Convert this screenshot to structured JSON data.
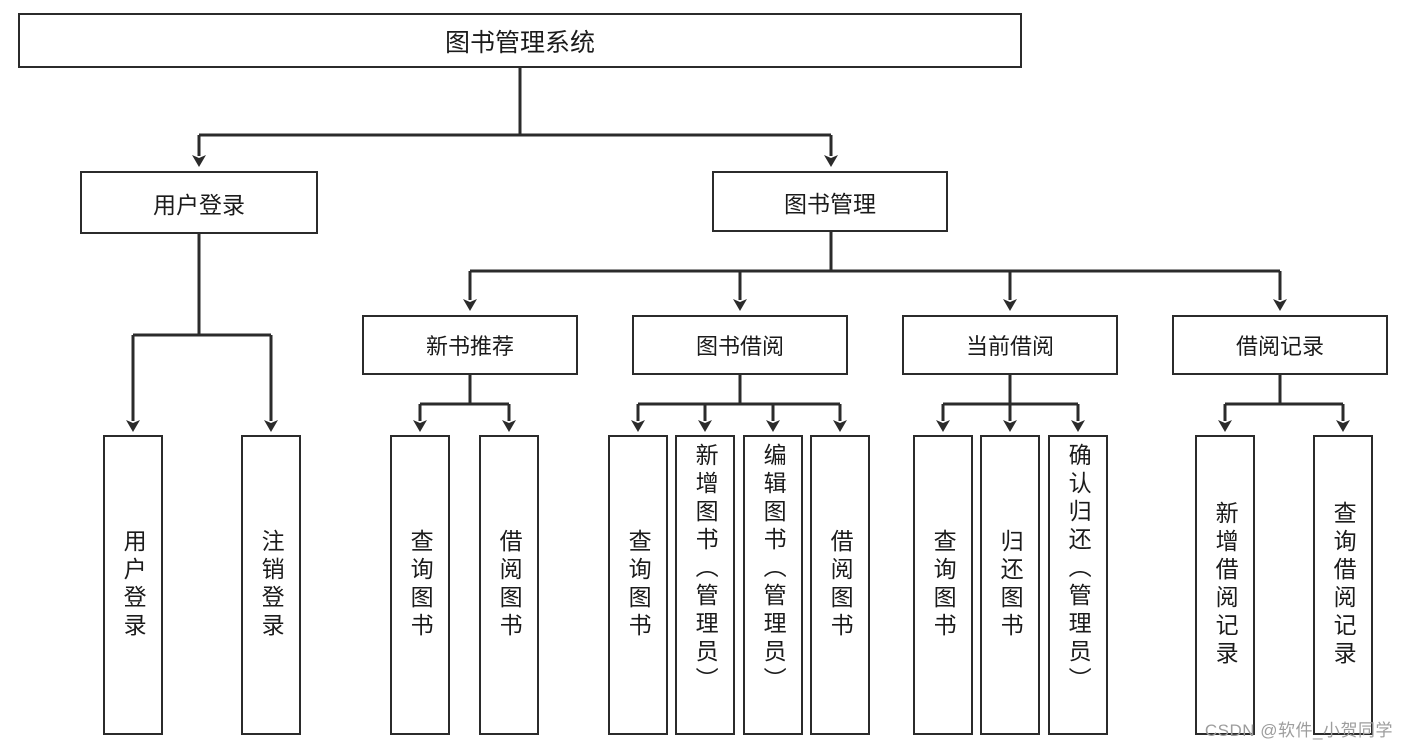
{
  "diagram": {
    "title": "图书管理系统",
    "type": "tree-hierarchy",
    "watermark": "CSDN @软件_小贺同学",
    "colors": {
      "border": "#2b2b2b",
      "background": "#ffffff",
      "text": "#1b1b1b",
      "edge": "#2b2b2b",
      "watermark": "#9d9d9d"
    },
    "nodes": {
      "root": {
        "label": "图书管理系统"
      },
      "level1": [
        {
          "id": "user-login",
          "label": "用户登录"
        },
        {
          "id": "book-manage",
          "label": "图书管理"
        }
      ],
      "level2": [
        {
          "id": "new-book-recommend",
          "label": "新书推荐"
        },
        {
          "id": "book-borrow",
          "label": "图书借阅"
        },
        {
          "id": "current-borrow",
          "label": "当前借阅"
        },
        {
          "id": "borrow-record",
          "label": "借阅记录"
        }
      ],
      "leaves": {
        "user-login": [
          {
            "id": "leaf-user-login",
            "label": "用户登录"
          },
          {
            "id": "leaf-logout-login",
            "label": "注销登录"
          }
        ],
        "new-book-recommend": [
          {
            "id": "leaf-query-book-1",
            "label": "查询图书"
          },
          {
            "id": "leaf-borrow-book-1",
            "label": "借阅图书"
          }
        ],
        "book-borrow": [
          {
            "id": "leaf-query-book-2",
            "label": "查询图书"
          },
          {
            "id": "leaf-add-book",
            "label": "新增图书（管理员）"
          },
          {
            "id": "leaf-edit-book",
            "label": "编辑图书（管理员）"
          },
          {
            "id": "leaf-borrow-book-2",
            "label": "借阅图书"
          }
        ],
        "current-borrow": [
          {
            "id": "leaf-query-book-3",
            "label": "查询图书"
          },
          {
            "id": "leaf-return-book",
            "label": "归还图书"
          },
          {
            "id": "leaf-confirm-return",
            "label": "确认归还（管理员）"
          }
        ],
        "borrow-record": [
          {
            "id": "leaf-add-record",
            "label": "新增借阅记录"
          },
          {
            "id": "leaf-query-record",
            "label": "查询借阅记录"
          }
        ]
      }
    }
  }
}
